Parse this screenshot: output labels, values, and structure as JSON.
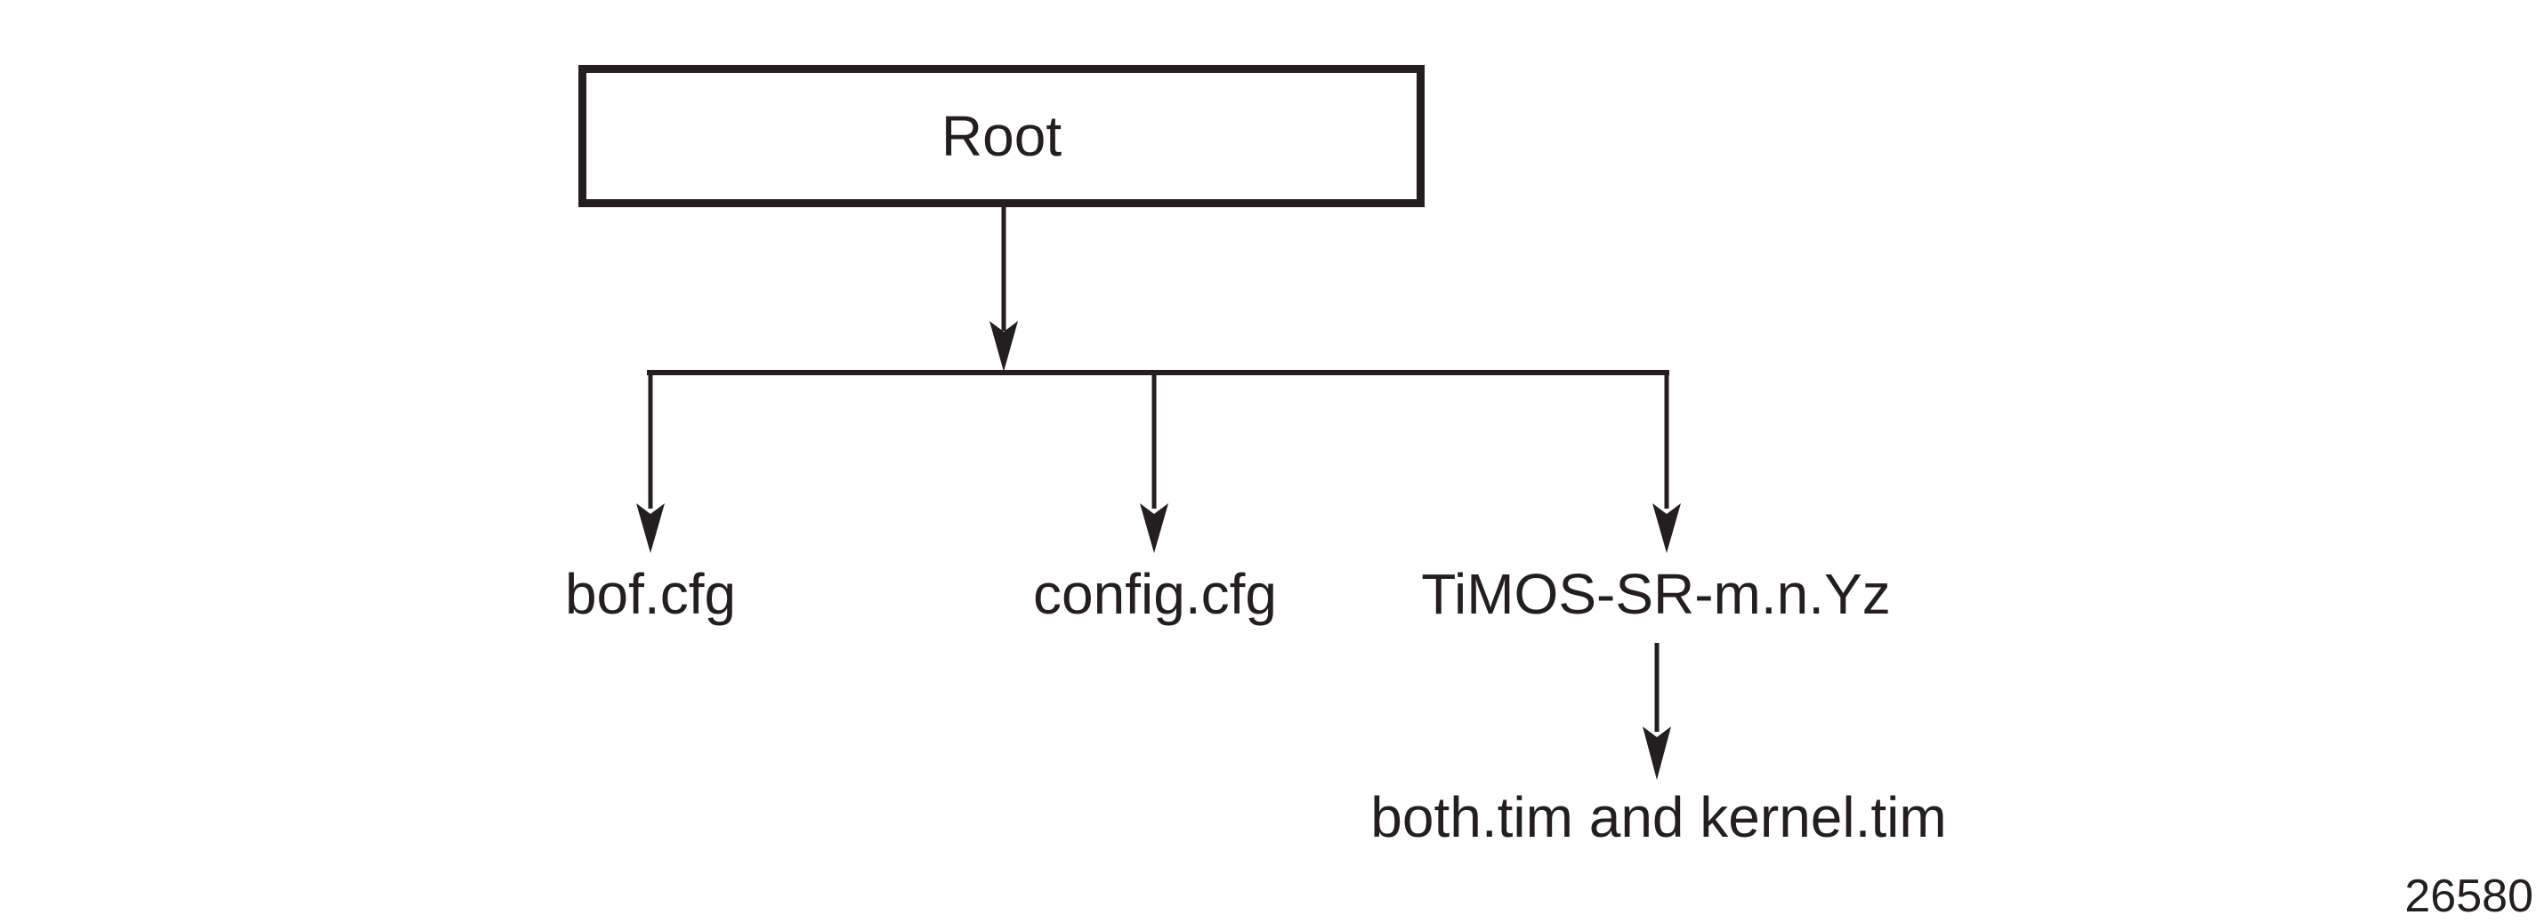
{
  "diagram": {
    "type": "tree",
    "root": {
      "label": "Root"
    },
    "children": [
      {
        "label": "bof.cfg"
      },
      {
        "label": "config.cfg"
      },
      {
        "label": "TiMOS-SR-m.n.Yz",
        "children": [
          {
            "label": "both.tim and kernel.tim"
          }
        ]
      }
    ],
    "figure_number": "26580",
    "colors": {
      "ink": "#231f20",
      "background": "#ffffff"
    }
  }
}
